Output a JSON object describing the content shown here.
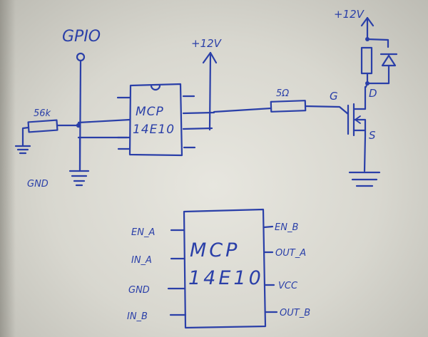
{
  "gpio_label": "GPIO",
  "supply_label": "+12V",
  "resistor_56k": "56k",
  "resistor_5ohm": "5Ω",
  "gnd_label": "GND",
  "driver_chip": {
    "line1": "MCP",
    "line2": "14E10"
  },
  "mosfet": {
    "gate": "G",
    "drain": "D",
    "source": "S"
  },
  "pinout_chip": {
    "line1": "MCP",
    "line2": "14E10"
  },
  "pinout_left": [
    "EN_A",
    "IN_A",
    "GND",
    "IN_B"
  ],
  "pinout_right": [
    "EN_B",
    "OUT_A",
    "VCC",
    "OUT_B"
  ]
}
